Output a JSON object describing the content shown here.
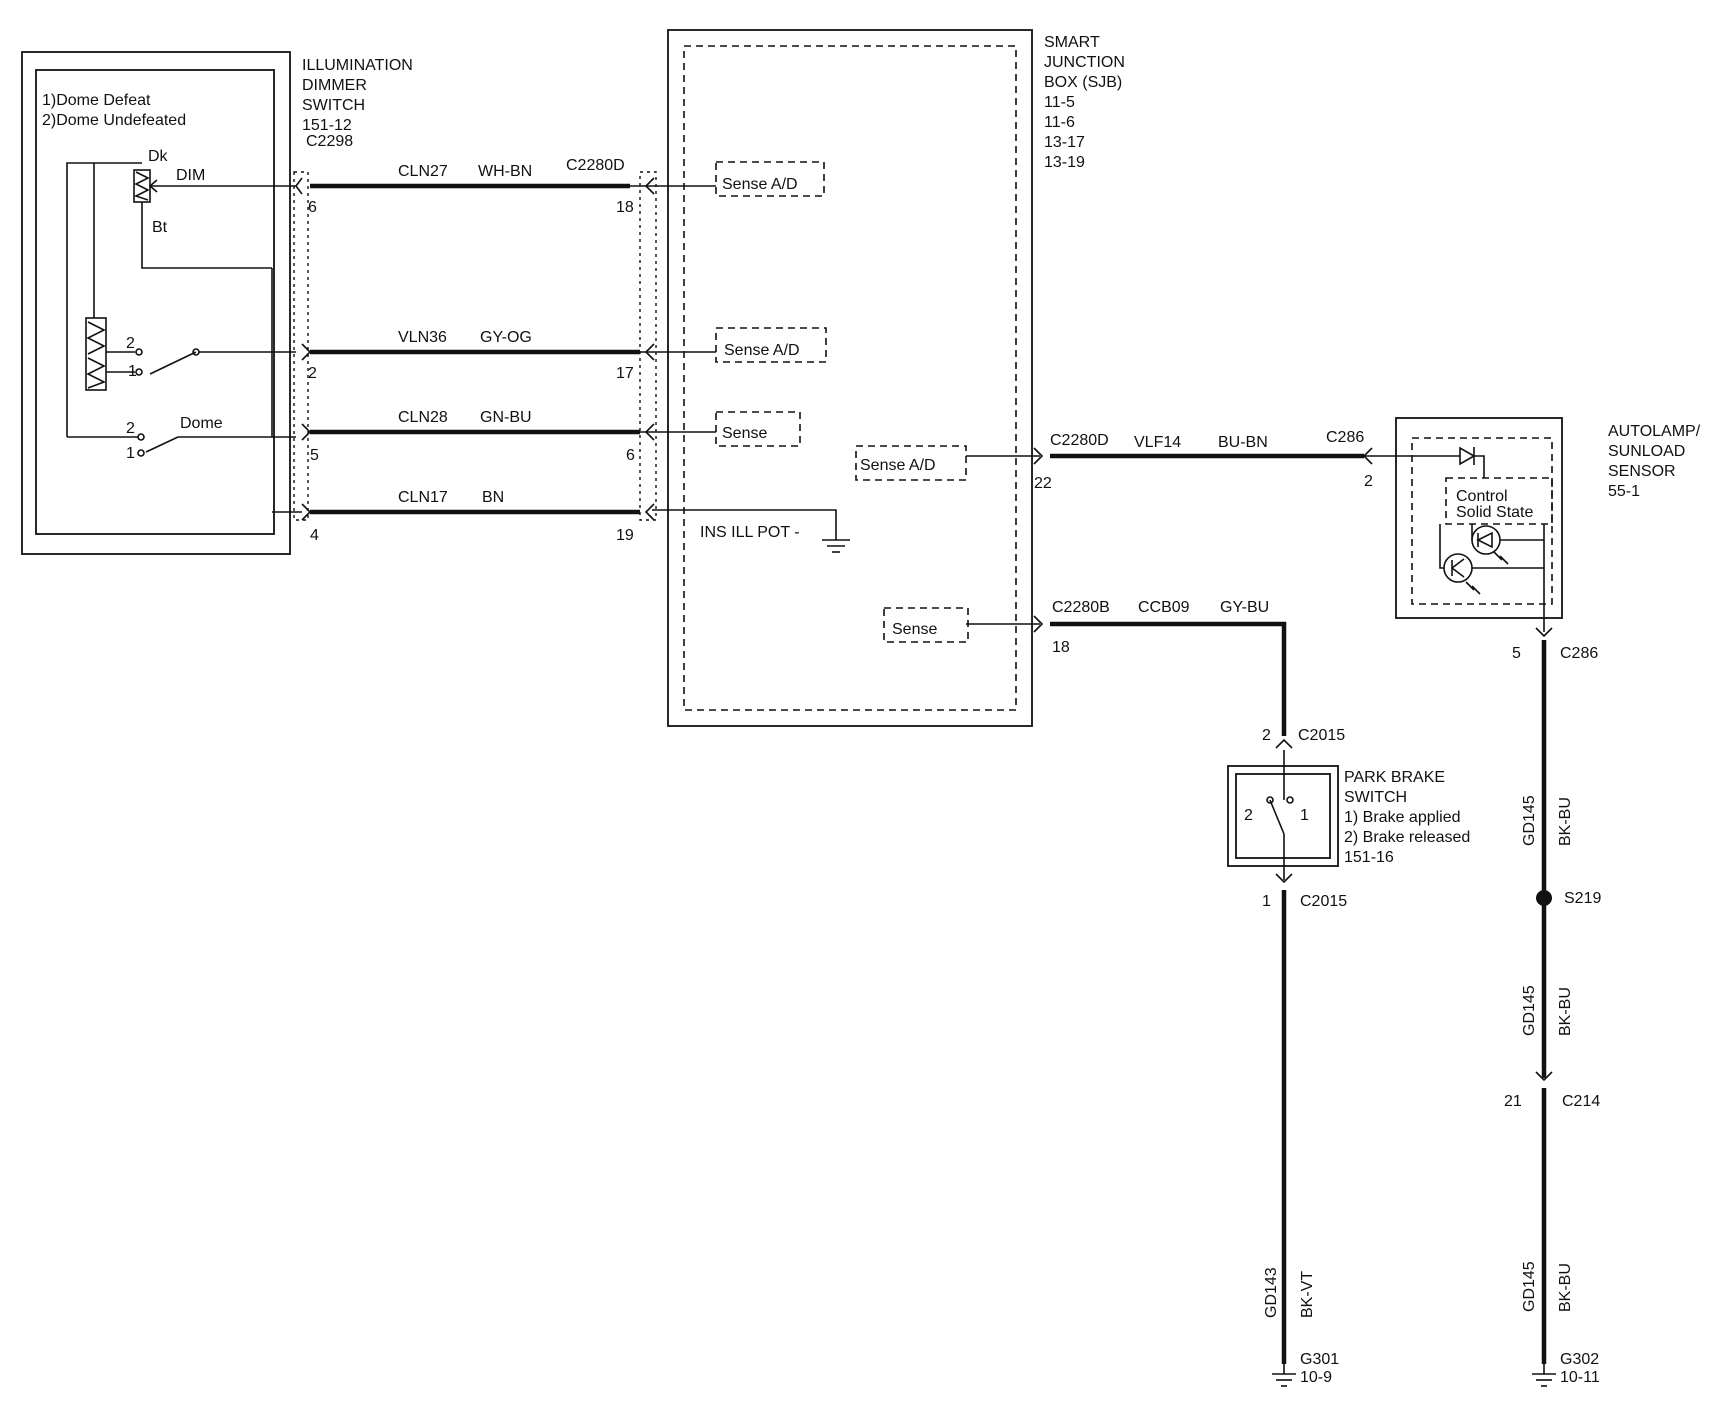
{
  "dimmer_switch": {
    "title": [
      "ILLUMINATION",
      "DIMMER",
      "SWITCH",
      "151-12"
    ],
    "states": [
      "1)Dome Defeat",
      "2)Dome Undefeated"
    ],
    "dk": "Dk",
    "dim": "DIM",
    "bt": "Bt",
    "dome": "Dome",
    "pos2a": "2",
    "pos1a": "1",
    "pos2b": "2",
    "pos1b": "1",
    "connector": "C2298"
  },
  "sjb": {
    "title": [
      "SMART",
      "JUNCTION",
      "BOX (SJB)",
      "11-5",
      "11-6",
      "13-17",
      "13-19"
    ],
    "blocks": {
      "sense_ad_1": "Sense A/D",
      "sense_ad_2": "Sense A/D",
      "sense_1": "Sense",
      "ins_ill_pot": "INS ILL POT -",
      "sense_ad_3": "Sense A/D",
      "sense_2": "Sense"
    }
  },
  "wires": [
    {
      "circuit": "CLN27",
      "color": "WH-BN",
      "left_pin": "6",
      "right_pin": "18",
      "right_connector": "C2280D"
    },
    {
      "circuit": "VLN36",
      "color": "GY-OG",
      "left_pin": "2",
      "right_pin": "17"
    },
    {
      "circuit": "CLN28",
      "color": "GN-BU",
      "left_pin": "5",
      "right_pin": "6"
    },
    {
      "circuit": "CLN17",
      "color": "BN",
      "left_pin": "4",
      "right_pin": "19"
    }
  ],
  "autolamp_wire": {
    "connector": "C2280D",
    "pin": "22",
    "circuit": "VLF14",
    "color": "BU-BN",
    "sensor_connector": "C286",
    "sensor_pin": "2"
  },
  "park_wire": {
    "connector": "C2280B",
    "pin": "18",
    "circuit": "CCB09",
    "color": "GY-BU"
  },
  "autolamp_sensor": {
    "title": [
      "AUTOLAMP/",
      "SUNLOAD",
      "SENSOR",
      "55-1"
    ],
    "control": [
      "Control",
      "Solid State"
    ],
    "bottom_pin": "5",
    "bottom_connector": "C286"
  },
  "park_brake": {
    "title": [
      "PARK BRAKE",
      "SWITCH",
      "1) Brake applied",
      "2) Brake released",
      "151-16"
    ],
    "top_pin": "2",
    "top_connector": "C2015",
    "pos2": "2",
    "pos1": "1",
    "bottom_pin": "1",
    "bottom_connector": "C2015",
    "ground_circuit": "GD143",
    "ground_color": "BK-VT",
    "ground": "G301",
    "ground_ref": "10-9"
  },
  "sensor_ground": {
    "seg1_circuit": "GD145",
    "seg1_color": "BK-BU",
    "splice": "S219",
    "seg2_circuit": "GD145",
    "seg2_color": "BK-BU",
    "inline_pin": "21",
    "inline_connector": "C214",
    "seg3_circuit": "GD145",
    "seg3_color": "BK-BU",
    "ground": "G302",
    "ground_ref": "10-11"
  }
}
